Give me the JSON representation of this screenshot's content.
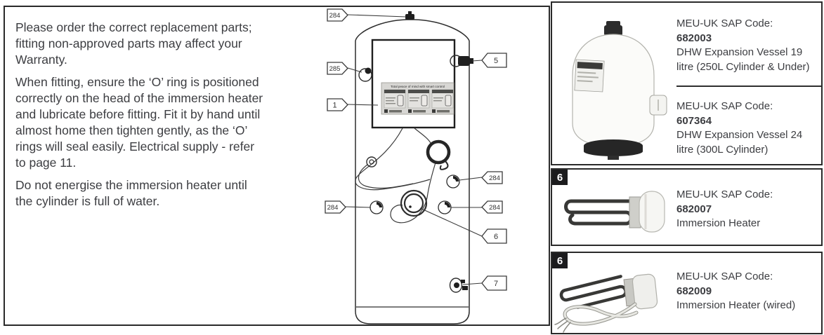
{
  "left_panel": {
    "paragraphs": [
      "Please order the correct replacement parts; fitting non-approved parts may affect your Warranty.",
      "When fitting, ensure the ‘O’ ring is positioned correctly on the head of the immersion heater and lubricate before fitting. Fit it by hand until almost home then tighten gently, as the ‘O’ rings will seal easily. Electrical supply - refer to page 11.",
      "Do not energise the immersion heater until the cylinder is full of water."
    ]
  },
  "diagram": {
    "cylinder_label_title": "Total peace of mind with smart control",
    "callouts": [
      {
        "label": "284",
        "position": "top"
      },
      {
        "label": "285",
        "position": "upper-left"
      },
      {
        "label": "1",
        "position": "left"
      },
      {
        "label": "5",
        "position": "upper-right"
      },
      {
        "label": "284",
        "position": "right-upper"
      },
      {
        "label": "284",
        "position": "mid-left"
      },
      {
        "label": "284",
        "position": "right-mid"
      },
      {
        "label": "6",
        "position": "right-lower"
      },
      {
        "label": "7",
        "position": "bottom-right"
      }
    ]
  },
  "parts_list": {
    "items": [
      {
        "badge": "",
        "code_label": "MEU-UK SAP Code:",
        "code": "682003",
        "description": "DHW Expansion Vessel 19 litre (250L Cylinder & Under)",
        "image": "expansion-vessel"
      },
      {
        "badge": "",
        "code_label": "MEU-UK SAP Code:",
        "code": "607364",
        "description": "DHW Expansion Vessel 24 litre (300L Cylinder)",
        "image": "expansion-vessel"
      },
      {
        "badge": "6",
        "code_label": "MEU-UK SAP Code:",
        "code": "682007",
        "description": "Immersion Heater",
        "image": "immersion-heater"
      },
      {
        "badge": "6",
        "code_label": "MEU-UK SAP Code:",
        "code": "682009",
        "description": "Immersion Heater (wired)",
        "image": "immersion-heater-wired"
      }
    ]
  },
  "colors": {
    "border": "#2a2a2a",
    "text": "#3c3d41",
    "badge_bg": "#1b1b1d",
    "badge_text": "#fdfdff",
    "line_art": "#2d2d2d"
  }
}
